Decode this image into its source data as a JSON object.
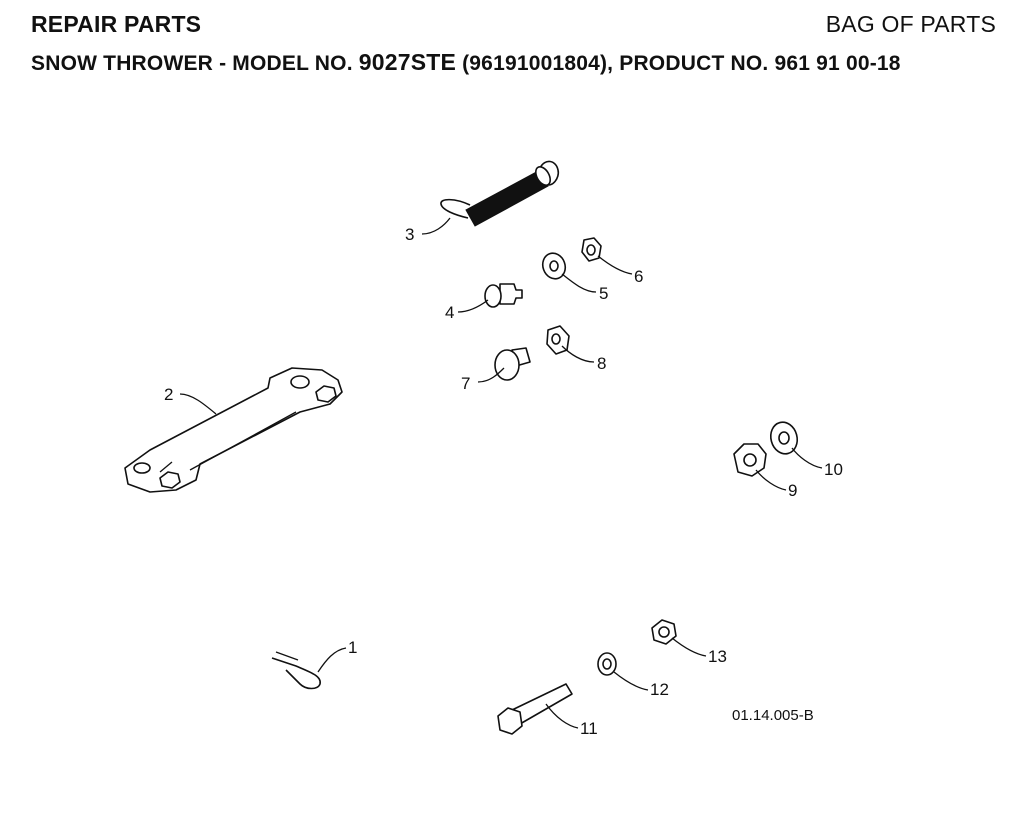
{
  "header": {
    "title_left": "REPAIR PARTS",
    "title_right": "BAG OF PARTS",
    "subtitle_prefix": "SNOW THROWER - MODEL NO. ",
    "model_no": "9027STE",
    "subtitle_suffix": " (96191001804), PRODUCT NO. 961 91 00-18"
  },
  "diagram": {
    "callouts": [
      "1",
      "2",
      "3",
      "4",
      "5",
      "6",
      "7",
      "8",
      "9",
      "10",
      "11",
      "12",
      "13"
    ],
    "reference_code": "01.14.005-B"
  }
}
